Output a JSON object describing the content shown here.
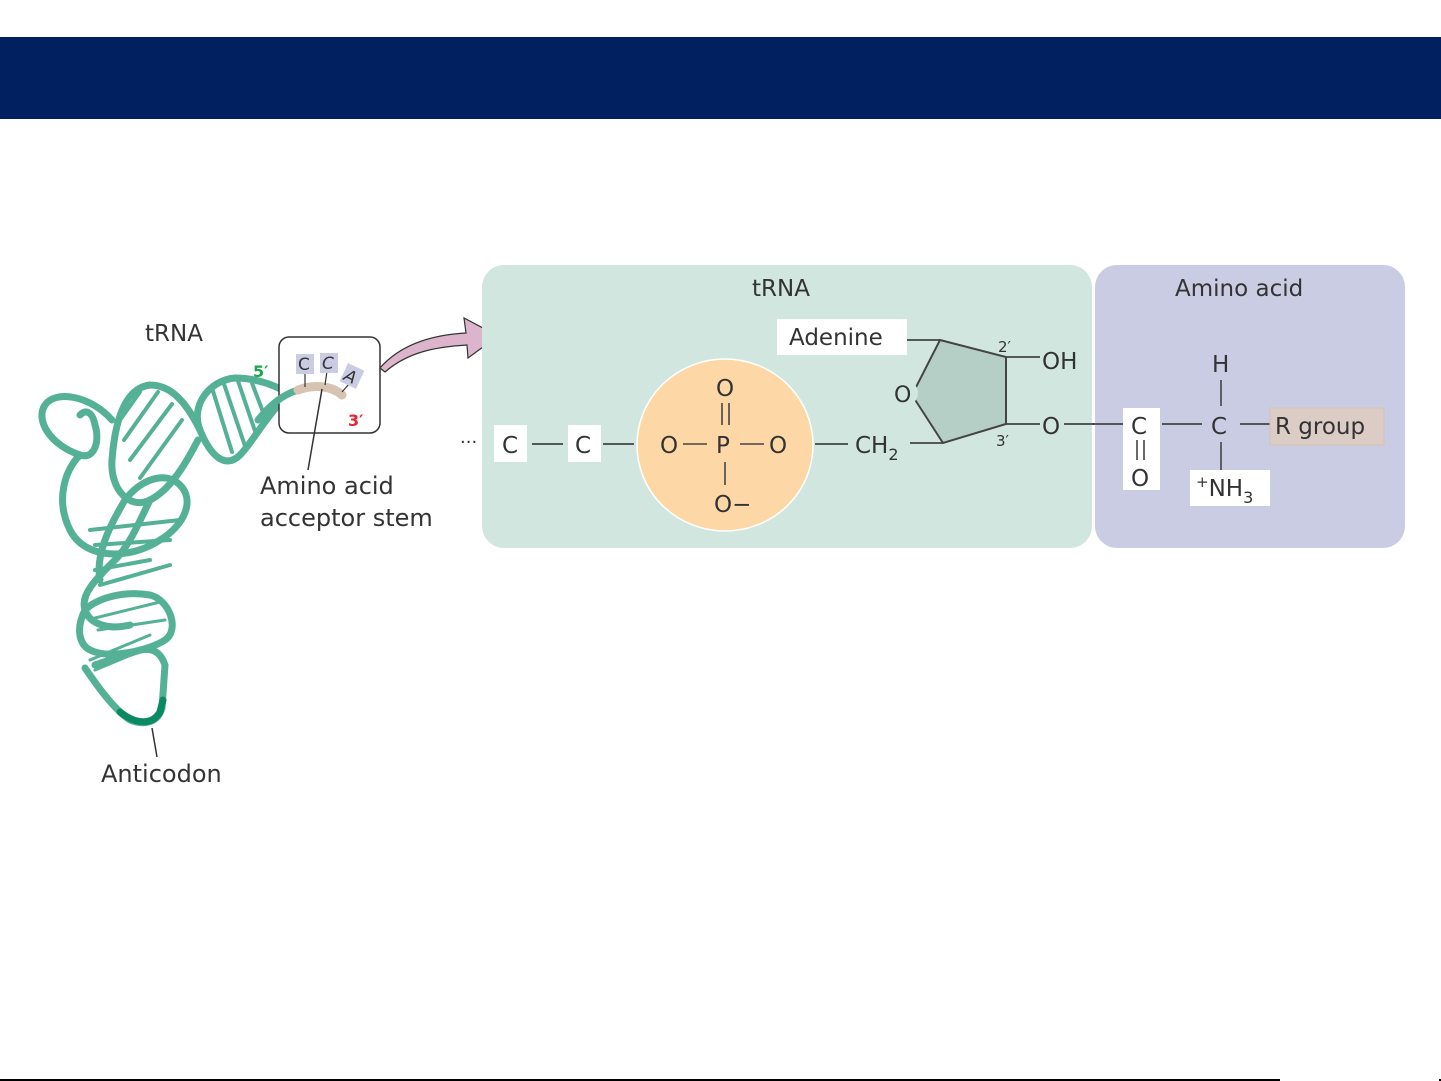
{
  "banner": {
    "color": "#00205f"
  },
  "trna_model": {
    "title": "tRNA",
    "five_prime": "5′",
    "three_prime": "3′",
    "cca_bases": [
      "C",
      "C",
      "A"
    ],
    "acceptor_label_line1": "Amino acid",
    "acceptor_label_line2": "acceptor stem",
    "anticodon_label": "Anticodon",
    "colors": {
      "strand": "#55b196",
      "anticodon": "#0a8a62",
      "acceptor": "#d6c3b2",
      "five_prime": "#1aa84e",
      "three_prime": "#e8242c"
    }
  },
  "structure": {
    "trna_panel": {
      "title": "tRNA",
      "chain": [
        "C",
        "C"
      ],
      "phosphate": {
        "P": "P",
        "O_top": "O",
        "O_left": "O",
        "O_right": "O",
        "O_bottom": "O−"
      },
      "ch2": "CH",
      "ch2_sub": "2",
      "adenine": "Adenine",
      "ring_oxygen": "O",
      "pos_2": "2′",
      "pos_3": "3′",
      "oh": "OH",
      "ester_o": "O",
      "colors": {
        "panel": "#d1e6df",
        "phosphate": "#fdd8a6",
        "ribose": "#b5cfc7"
      }
    },
    "amino_panel": {
      "title": "Amino acid",
      "carbonyl_c": "C",
      "carbonyl_o": "O",
      "alpha_c": "C",
      "h": "H",
      "r_group": "R group",
      "amine": "NH",
      "amine_charge": "+",
      "amine_sub": "3",
      "colors": {
        "panel": "#c9cce3",
        "r_group": "#dcccc6"
      }
    },
    "arrow_color": "#dcb5cc"
  }
}
